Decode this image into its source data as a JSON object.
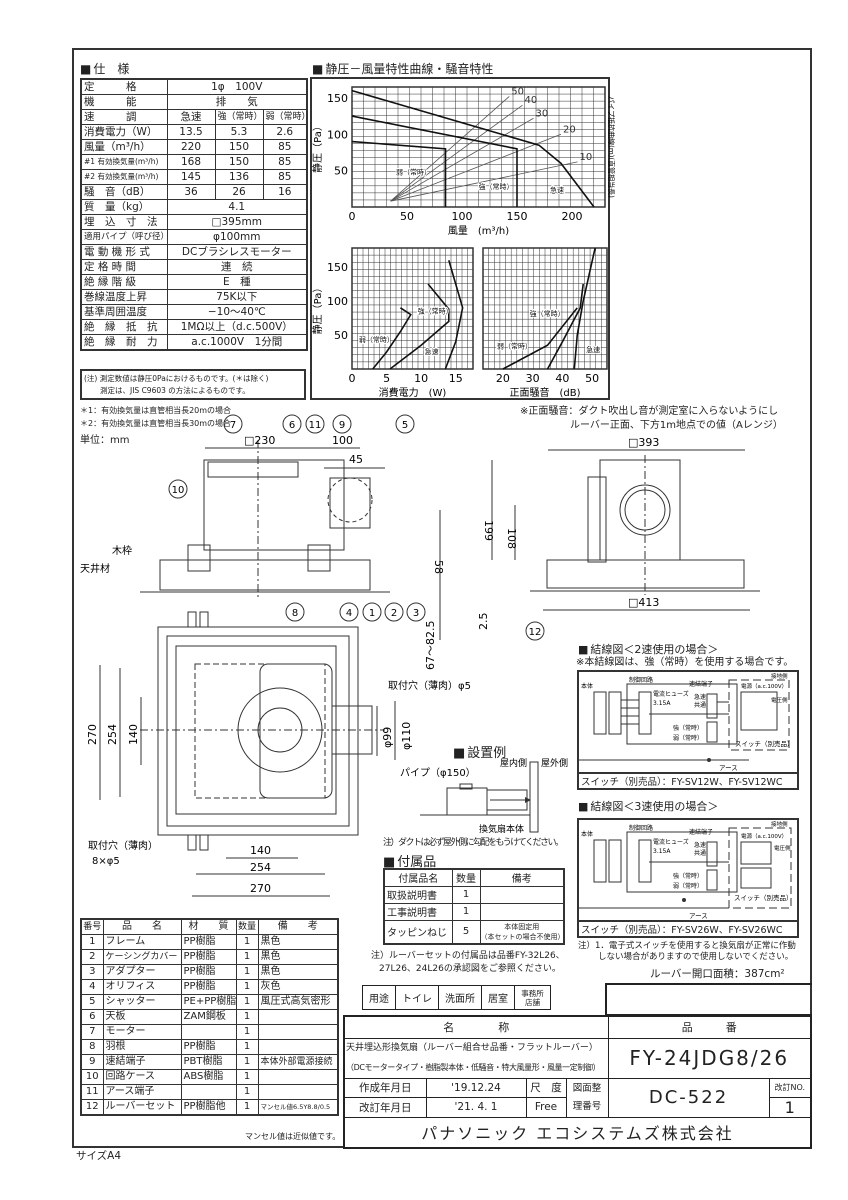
{
  "spec": {
    "title": "仕　様",
    "rows": [
      [
        "定　　　格",
        "1φ　100V"
      ],
      [
        "機　　　能",
        "排　　気"
      ],
      [
        "速　　　調",
        "急速",
        "強（常時）",
        "弱（常時）"
      ],
      [
        "消費電力（W）",
        "13.5",
        "5.3",
        "2.6"
      ],
      [
        "風量（m³/h）",
        "220",
        "150",
        "85"
      ],
      [
        "#1 有効換気量(m³/h)",
        "168",
        "150",
        "85"
      ],
      [
        "#2 有効換気量(m³/h)",
        "145",
        "136",
        "85"
      ],
      [
        "騒　音（dB）",
        "36",
        "26",
        "16"
      ],
      [
        "質　量（kg）",
        "4.1"
      ],
      [
        "埋　込　寸　法",
        "□395mm"
      ],
      [
        "適用パイプ（呼び径）",
        "φ100mm"
      ],
      [
        "電 動 機 形 式",
        "DCブラシレスモーター"
      ],
      [
        "定 格 時 間",
        "連　続"
      ],
      [
        "絶 縁 階 級",
        "E　種"
      ],
      [
        "巻線温度上昇",
        "75K以下"
      ],
      [
        "基準周囲温度",
        "−10〜40℃"
      ],
      [
        "絶　縁　抵　抗",
        "1MΩ以上（d.c.500V）"
      ],
      [
        "絶　縁　耐　力",
        "a.c.1000V　1分間"
      ]
    ],
    "note1": "(注) 測定数値は静圧0Paにおけるものです。(＊は除く)",
    "note2": "測定は、JIS C9603 の方法によるものです。",
    "foot1": "＊1：有効換気量は直管相当長20mの場合",
    "foot2": "＊2：有効換気量は直管相当長30mの場合",
    "unit": "単位：mm"
  },
  "charts_title": "静圧－風量特性曲線・騒音特性",
  "chart_data": [
    {
      "type": "line",
      "title": "静圧－風量特性曲線",
      "xlabel": "風量　(m³/h)",
      "ylabel": "静圧（Pa）",
      "y2label": "パイプ抵抗曲線(m)(直管相当長)",
      "xlim": [
        0,
        230
      ],
      "ylim": [
        0,
        165
      ],
      "xticks": [
        "0",
        "50",
        "100",
        "150",
        "200"
      ],
      "yticks": [
        "50",
        "100",
        "150"
      ],
      "series": [
        {
          "name": "急速",
          "points": [
            [
              0,
              160
            ],
            [
              170,
              85
            ],
            [
              190,
              60
            ],
            [
              220,
              0
            ]
          ]
        },
        {
          "name": "強（常時）",
          "points": [
            [
              0,
              125
            ],
            [
              150,
              80
            ],
            [
              150,
              0
            ]
          ]
        },
        {
          "name": "弱（常時）",
          "points": [
            [
              0,
              90
            ],
            [
              85,
              80
            ],
            [
              85,
              0
            ]
          ]
        }
      ],
      "pipe_curves": [
        {
          "name": "50",
          "points": [
            [
              35,
              8
            ],
            [
              143,
              152
            ]
          ]
        },
        {
          "name": "40",
          "points": [
            [
              35,
              8
            ],
            [
              155,
              140
            ]
          ]
        },
        {
          "name": "30",
          "points": [
            [
              35,
              8
            ],
            [
              165,
              122
            ]
          ]
        },
        {
          "name": "20",
          "points": [
            [
              35,
              8
            ],
            [
              190,
              100
            ]
          ]
        },
        {
          "name": "10",
          "points": [
            [
              35,
              8
            ],
            [
              205,
              62
            ]
          ]
        }
      ]
    },
    {
      "type": "line",
      "xlabel": "消費電力　(W)",
      "ylabel": "静圧（Pa）",
      "xlim": [
        0,
        17.5
      ],
      "ylim": [
        0,
        178
      ],
      "xticks": [
        "0",
        "5",
        "10",
        "15"
      ],
      "yticks": [
        "50",
        "100",
        "150"
      ],
      "series": [
        {
          "name": "弱（常時）",
          "points": [
            [
              3,
              0
            ],
            [
              5,
              25
            ],
            [
              7,
              55
            ],
            [
              8.5,
              80
            ],
            [
              7,
              90
            ]
          ]
        },
        {
          "name": "強（常時）",
          "points": [
            [
              5.5,
              0
            ],
            [
              10,
              35
            ],
            [
              14,
              70
            ],
            [
              14,
              88
            ],
            [
              11,
              125
            ]
          ]
        },
        {
          "name": "急速",
          "points": [
            [
              13.5,
              0
            ],
            [
              15,
              40
            ],
            [
              16,
              90
            ],
            [
              14,
              160
            ]
          ]
        }
      ]
    },
    {
      "type": "line",
      "xlabel": "正面騒音　(dB)",
      "xlim": [
        13.3,
        55
      ],
      "ylim": [
        0,
        178
      ],
      "xticks": [
        "20",
        "30",
        "40",
        "50"
      ],
      "series": [
        {
          "name": "弱（常時）",
          "points": [
            [
              20,
              0
            ],
            [
              35,
              35
            ],
            [
              45,
              90
            ]
          ]
        },
        {
          "name": "強（常時）",
          "points": [
            [
              35,
              0
            ],
            [
              40,
              40
            ],
            [
              46,
              90
            ],
            [
              47,
              125
            ]
          ]
        },
        {
          "name": "急速",
          "points": [
            [
              44,
              0
            ],
            [
              45,
              50
            ],
            [
              47,
              100
            ],
            [
              51,
              178
            ]
          ]
        }
      ]
    }
  ],
  "noise_note": [
    "※正面騒音：ダクト吹出し音が測定室に入らないようにし",
    "ルーバー正面、下方1m地点での値（Aレンジ）"
  ],
  "drawing": {
    "balloons": [
      "7",
      "6",
      "11",
      "9",
      "5",
      "10",
      "8",
      "4",
      "1",
      "2",
      "3",
      "12"
    ],
    "dims": {
      "d230": "□230",
      "d100": "100",
      "d45": "45",
      "d58": "58",
      "d6782": "67〜82.5",
      "d393": "□393",
      "d199": "199",
      "d108": "108",
      "d413": "□413",
      "d25": "2.5",
      "d270": "270",
      "d254": "254",
      "d140": "140",
      "d99": "φ99",
      "d110": "φ110"
    },
    "labels": {
      "wood": "木枠",
      "ceiling": "天井材",
      "hole_r": "取付穴（薄肉）φ5",
      "hole_l1": "取付穴（薄肉）",
      "hole_l2": "8×φ5"
    }
  },
  "install": {
    "title": "設置例",
    "pipe": "パイプ（φ150）",
    "indoor": "屋内側",
    "outdoor": "屋外側",
    "body": "換気扇本体",
    "note": "注）ダクトは必ず屋外側に勾配をもうけてください。"
  },
  "accessories": {
    "title": "付属品",
    "headers": [
      "付属品名",
      "数量",
      "備考"
    ],
    "rows": [
      [
        "取扱説明書",
        "1",
        ""
      ],
      [
        "工事説明書",
        "1",
        ""
      ],
      [
        "タッピンねじ",
        "5",
        "本体固定用"
      ]
    ],
    "remark2": "（本セットの場合不使用）"
  },
  "louver_note": [
    "注）ルーバーセットの付属品は品番FY-32L26、",
    "27L26、24L26の承認図をご参照ください。"
  ],
  "wiring2": {
    "title": "結線図＜2速使用の場合＞",
    "sub": "※本結線図は、強（常時）を使用する場合です。",
    "switch": "スイッチ（別売品）：FY-SV12W、FY-SV12WC",
    "body": "本体",
    "motor": "モーター",
    "circuit": "制御回路",
    "fuse": "電流ヒューズ",
    "fuse_val": "3.15A",
    "terminal": "速結端子",
    "rapid": "急速",
    "common": "共通",
    "strong": "強（常時）",
    "weak": "弱（常時）",
    "power": "電源（a.c.100V）",
    "earth": "アース",
    "sw": "スイッチ（別売品）",
    "ground": "接地側",
    "voltage": "電圧側"
  },
  "wiring3": {
    "title": "結線図＜3速使用の場合＞",
    "switch": "スイッチ（別売品）：FY-SV26W、FY-SV26WC"
  },
  "wiring_note": [
    "注）1．電子式スイッチを使用すると換気扇が正常に作動",
    "しない場合がありますので使用しないでください。"
  ],
  "louver_area": "ルーバー開口面積：387cm²",
  "parts": {
    "headers": [
      "番号",
      "品　　名",
      "材　　質",
      "数量",
      "備　　考"
    ],
    "rows": [
      [
        "1",
        "フレーム",
        "PP樹脂",
        "1",
        "黒色"
      ],
      [
        "2",
        "ケーシングカバー",
        "PP樹脂",
        "1",
        "黒色"
      ],
      [
        "3",
        "アダプター",
        "PP樹脂",
        "1",
        "黒色"
      ],
      [
        "4",
        "オリフィス",
        "PP樹脂",
        "1",
        "灰色"
      ],
      [
        "5",
        "シャッター",
        "PE+PP樹脂",
        "1",
        "風圧式高気密形"
      ],
      [
        "6",
        "天板",
        "ZAM鋼板",
        "1",
        ""
      ],
      [
        "7",
        "モーター",
        "",
        "1",
        ""
      ],
      [
        "8",
        "羽根",
        "PP樹脂",
        "1",
        ""
      ],
      [
        "9",
        "速結端子",
        "PBT樹脂",
        "1",
        "本体外部電源接続"
      ],
      [
        "10",
        "回路ケース",
        "ABS樹脂",
        "1",
        ""
      ],
      [
        "11",
        "アース端子",
        "",
        "1",
        ""
      ],
      [
        "12",
        "ルーバーセット",
        "PP樹脂他",
        "1",
        "マンセル値6.5Y8.8/0.5"
      ]
    ],
    "note": "マンセル値は近似値です。"
  },
  "usage": [
    "用途",
    "トイレ",
    "洗面所",
    "居室",
    "事務所店舗"
  ],
  "title_block": {
    "name_h": "名　　　　称",
    "number_h": "品　　　番",
    "name1": "天井埋込形換気扇（ルーバー組合せ品番・フラットルーバー）",
    "name2": "（DCモータータイプ・樹脂製本体・低騒音・特大風量形・風量一定制御）",
    "model": "FY-24JDG8/26",
    "created_l": "作成年月日",
    "created": "'19.12.24",
    "revised_l": "改訂年月日",
    "revised": "'21. 4. 1",
    "scale_l": "尺　度",
    "scale": "Free",
    "drawing_l": "図面整理番号",
    "drawing_no": "DC-522",
    "rev_l": "改訂NO.",
    "rev": "1",
    "company": "パナソニック エコシステムズ株式会社"
  },
  "size": "サイズA4"
}
